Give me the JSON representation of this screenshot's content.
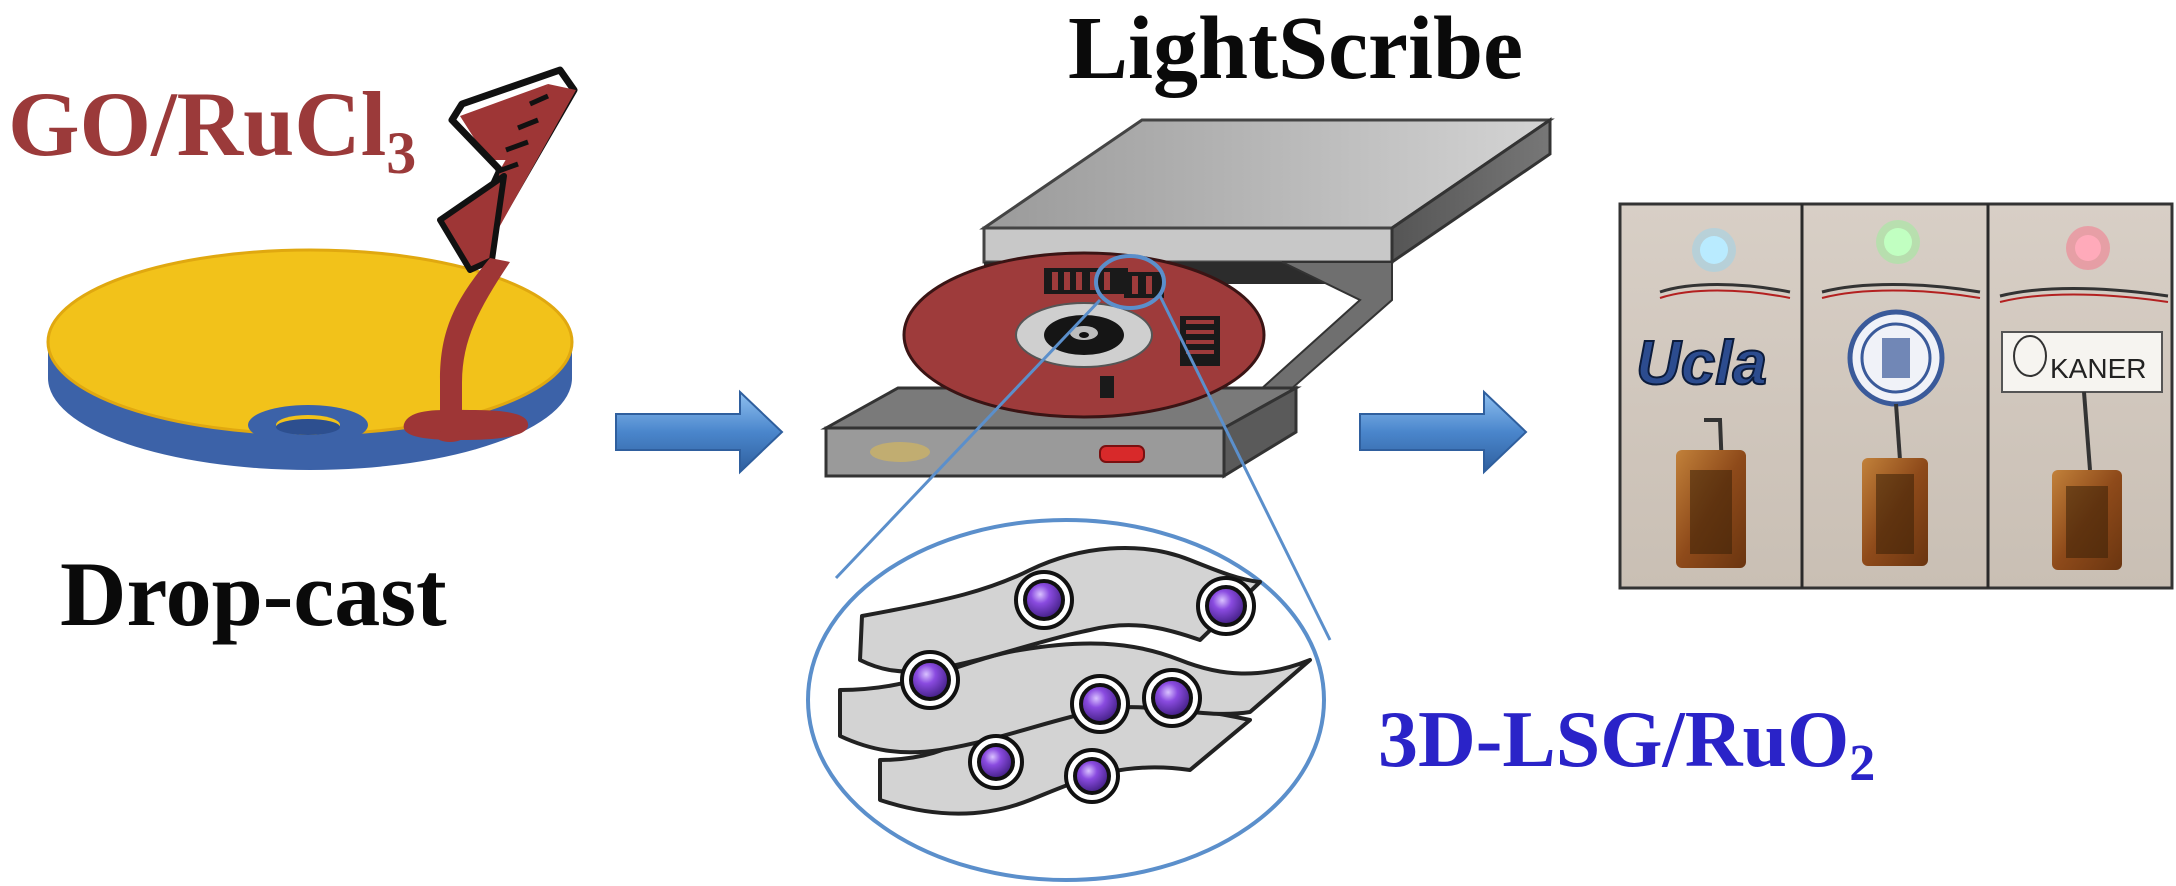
{
  "labels": {
    "go_main": "GO/RuCl",
    "go_sub": "3",
    "drop_cast": "Drop-cast",
    "lightscribe": "LightScribe",
    "lsg_main": "3D-LSG/RuO",
    "lsg_sub": "2"
  },
  "photo": {
    "panels": [
      {
        "led_color": "blue",
        "logo_text": "Ucla"
      },
      {
        "led_color": "green",
        "logo_text": ""
      },
      {
        "led_color": "red",
        "logo_text": "KANER"
      }
    ]
  },
  "colors": {
    "go_text": "#9b3a3a",
    "lsg_text": "#2a23c8",
    "disc_yellow": "#f2c21a",
    "disc_blue": "#3c62a8",
    "arrow_blue": "#4a86cc",
    "lens_line": "#5b8fcb",
    "particle_purple": "#7b3fd0",
    "liquid": "#9e3636"
  }
}
